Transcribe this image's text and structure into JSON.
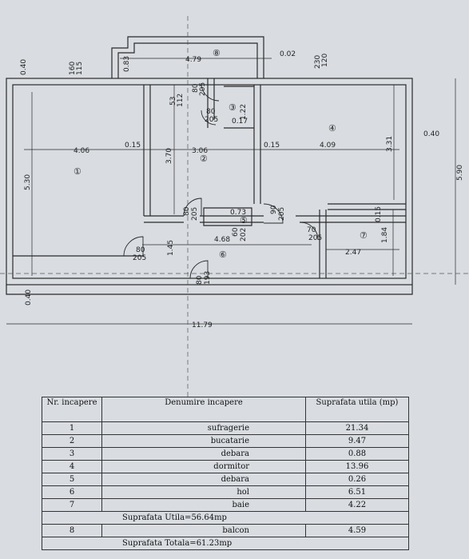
{
  "plan": {
    "room_labels": [
      "①",
      "②",
      "③",
      "④",
      "⑤",
      "⑥",
      "⑦",
      "⑧"
    ],
    "dimensions": {
      "d_040_top": "0.40",
      "d_160": "160",
      "d_115": "115",
      "d_083": "0.83",
      "d_479": "4.79",
      "d_002": "0.02",
      "d_230": "230",
      "d_120": "120",
      "d_80a": "80",
      "d_205a": "205",
      "d_53": "53",
      "d_112": "112",
      "d_80b": "80",
      "d_205b": "205",
      "d_017": "0.17",
      "d_122": "1.22",
      "d_406": "4.06",
      "d_015a": "0.15",
      "d_306": "3.06",
      "d_015b": "0.15",
      "d_409": "4.09",
      "d_331": "3.31",
      "d_040_right": "0.40",
      "d_530": "5.30",
      "d_370": "3.70",
      "d_590": "5.90",
      "d_80c": "80",
      "d_205c": "205",
      "d_073": "0.73",
      "d_90": "90",
      "d_205d": "205",
      "d_015c": "0.15",
      "d_60": "60",
      "d_202": "202",
      "d_145": "1.45",
      "d_468": "4.68",
      "d_70": "70",
      "d_205e": "205",
      "d_184": "1.84",
      "d_80d": "80",
      "d_205f": "205",
      "d_247": "2.47",
      "d_80e": "80",
      "d_193": "193",
      "d_040_left": "0.40",
      "d_1179": "11.79"
    }
  },
  "table": {
    "header": {
      "nr": "Nr. incapere",
      "name": "Denumire incapere",
      "area": "Suprafata utila (mp)"
    },
    "rows": [
      {
        "nr": "1",
        "name": "sufragerie",
        "area": "21.34"
      },
      {
        "nr": "2",
        "name": "bucatarie",
        "area": "9.47"
      },
      {
        "nr": "3",
        "name": "debara",
        "area": "0.88"
      },
      {
        "nr": "4",
        "name": "dormitor",
        "area": "13.96"
      },
      {
        "nr": "5",
        "name": "debara",
        "area": "0.26"
      },
      {
        "nr": "6",
        "name": "hol",
        "area": "6.51"
      },
      {
        "nr": "7",
        "name": "baie",
        "area": "4.22"
      }
    ],
    "subtotal": "Suprafata Utila=56.64mp",
    "balcony": {
      "nr": "8",
      "name": "balcon",
      "area": "4.59"
    },
    "total": "Suprafata Totala=61.23mp"
  }
}
